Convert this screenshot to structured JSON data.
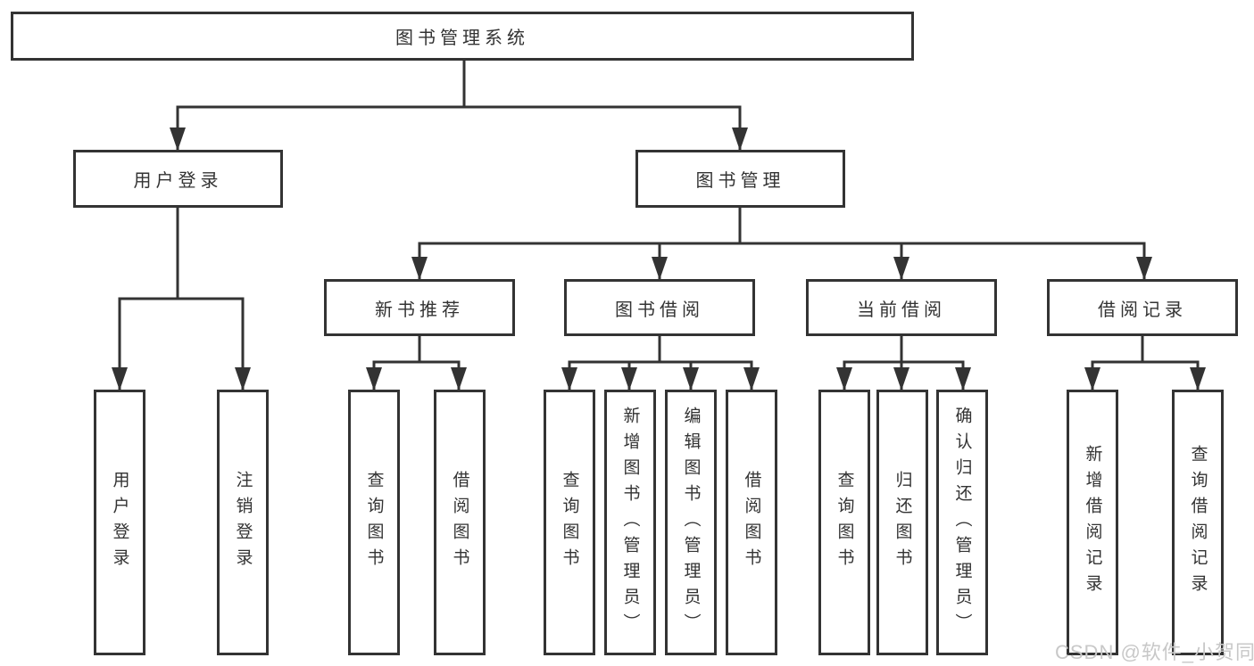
{
  "diagram": {
    "root": {
      "label": "图书管理系统"
    },
    "branches": {
      "user_login": {
        "label": "用户登录",
        "children": [
          "用户登录",
          "注销登录"
        ]
      },
      "book_management": {
        "label": "图书管理",
        "groups": {
          "new_book_recommend": {
            "label": "新书推荐",
            "children": [
              "查询图书",
              "借阅图书"
            ]
          },
          "book_borrow": {
            "label": "图书借阅",
            "children": [
              "查询图书",
              "新增图书（管理员）",
              "编辑图书（管理员）",
              "借阅图书"
            ]
          },
          "current_borrow": {
            "label": "当前借阅",
            "children": [
              "查询图书",
              "归还图书",
              "确认归还（管理员）"
            ]
          },
          "borrow_records": {
            "label": "借阅记录",
            "children": [
              "新增借阅记录",
              "查询借阅记录"
            ]
          }
        }
      }
    }
  },
  "watermark": {
    "text": "CSDN @软件_小贺同学"
  },
  "colors": {
    "line": "#333333",
    "text": "#333333",
    "background": "#ffffff",
    "watermark": "#c8c8c8"
  }
}
